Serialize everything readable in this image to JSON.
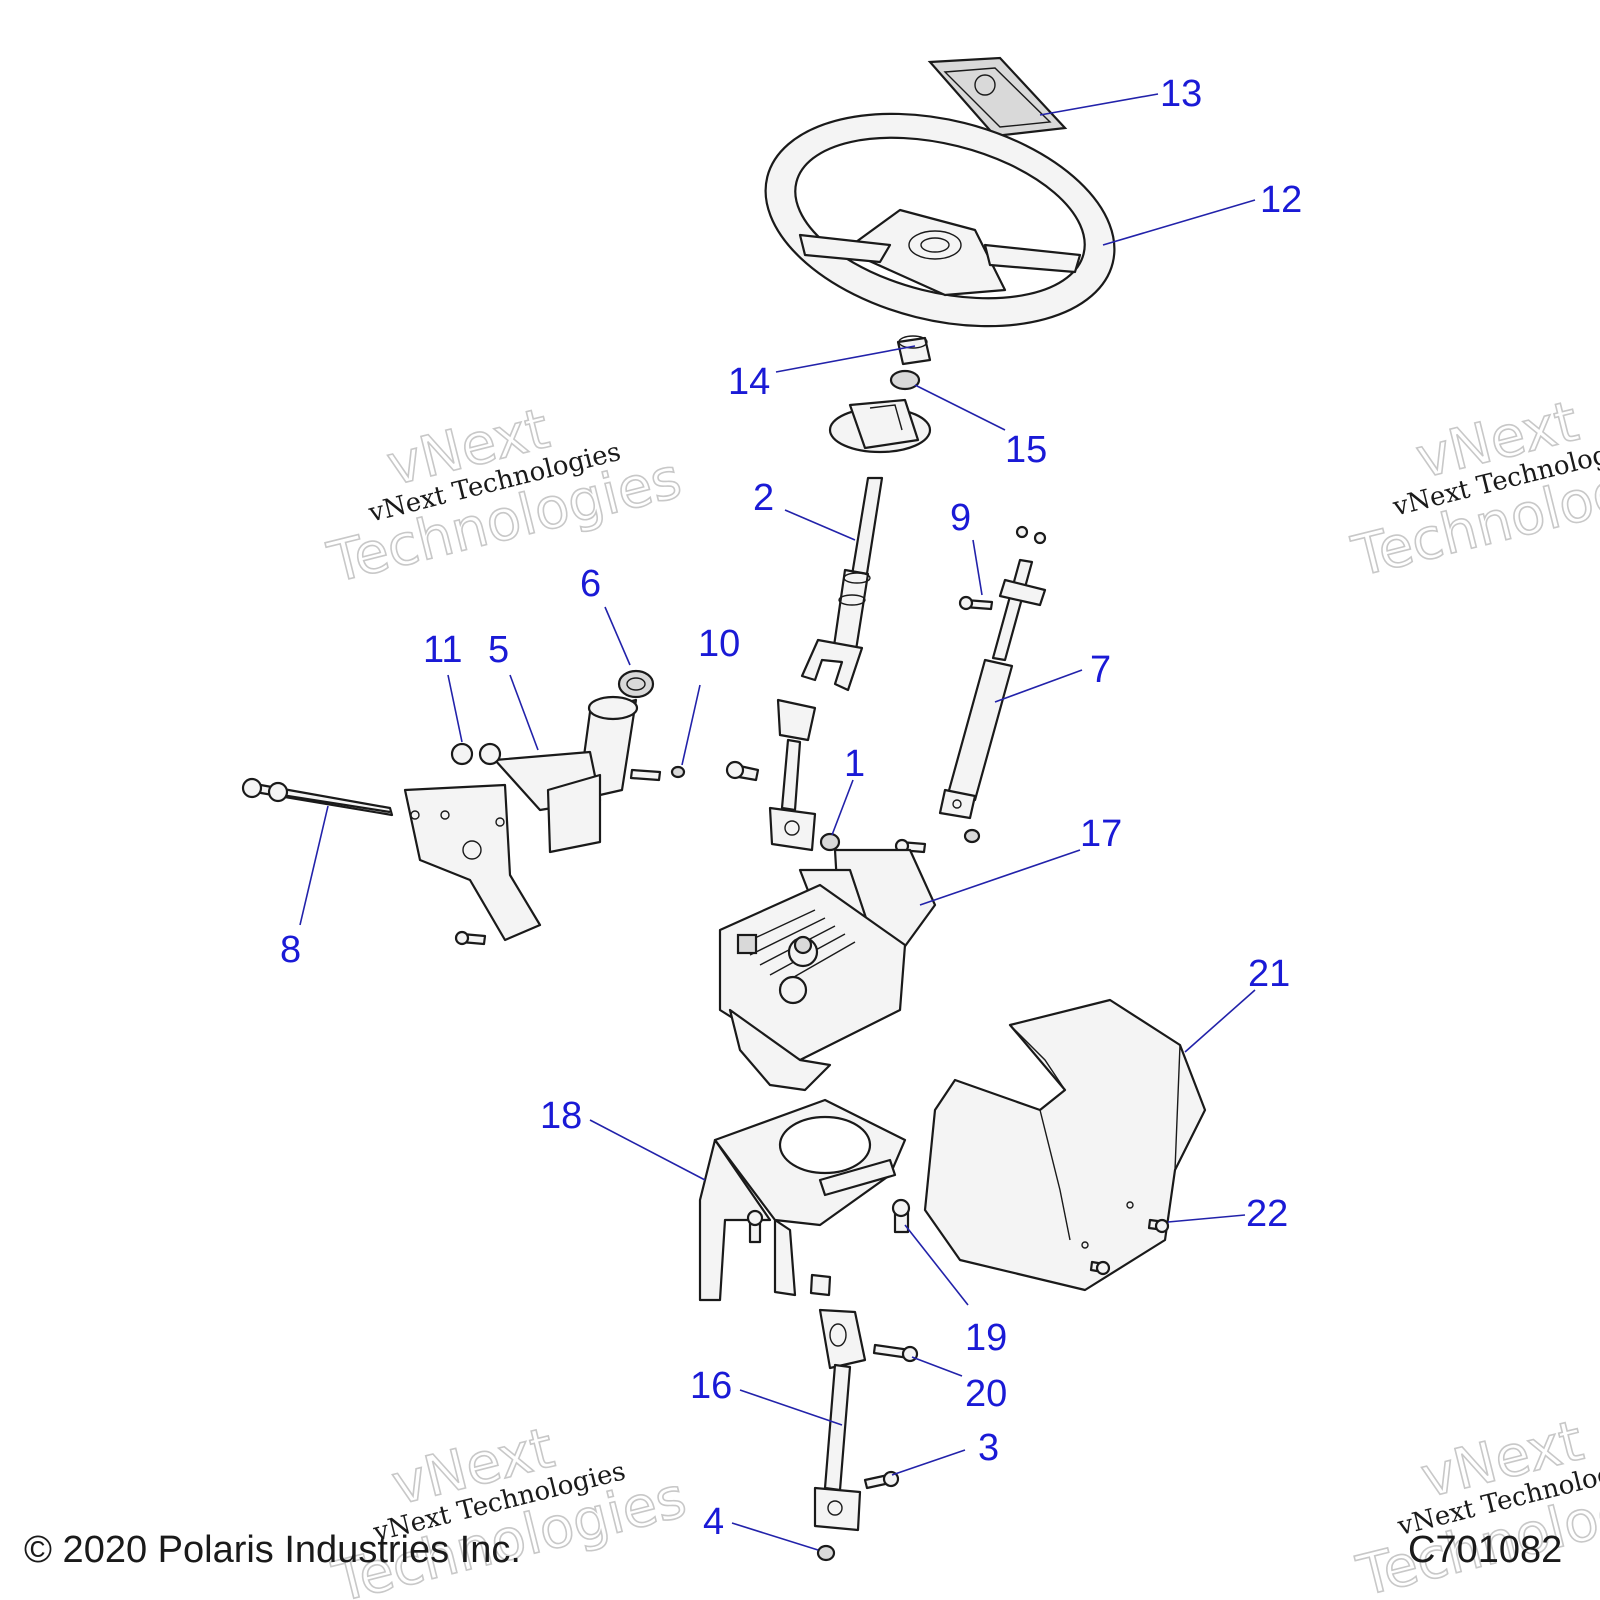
{
  "diagram": {
    "callouts": [
      "1",
      "2",
      "3",
      "4",
      "5",
      "6",
      "7",
      "8",
      "9",
      "10",
      "11",
      "12",
      "13",
      "14",
      "15",
      "16",
      "17",
      "18",
      "19",
      "20",
      "21",
      "22"
    ],
    "watermark": {
      "line1": "vNext Technologies",
      "big1": "vNext",
      "big2": "Technologies"
    },
    "copyright": "© 2020 Polaris Industries Inc.",
    "figure_id": "C701082",
    "colors": {
      "callout": "#1a1ad6",
      "leader": "#2222aa",
      "line": "#1a1a1a"
    }
  }
}
